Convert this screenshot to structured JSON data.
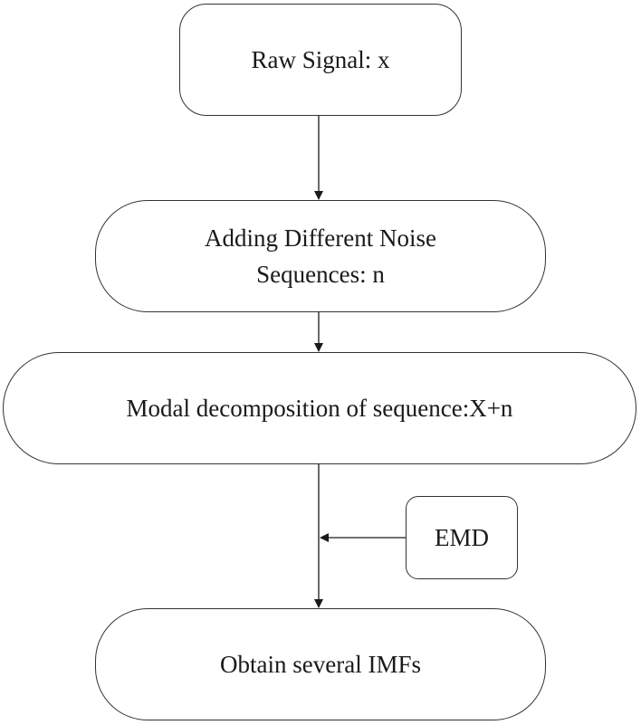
{
  "diagram": {
    "nodes": [
      {
        "id": "raw",
        "lines": [
          "Raw Signal: x"
        ]
      },
      {
        "id": "noise",
        "lines": [
          "Adding Different Noise",
          "Sequences: n"
        ]
      },
      {
        "id": "modal",
        "lines": [
          "Modal decomposition of sequence:X+n"
        ]
      },
      {
        "id": "emd",
        "lines": [
          "EMD"
        ]
      },
      {
        "id": "imfs",
        "lines": [
          "Obtain several IMFs"
        ]
      }
    ],
    "edges": [
      {
        "from": "raw",
        "to": "noise"
      },
      {
        "from": "noise",
        "to": "modal"
      },
      {
        "from": "modal",
        "to": "imfs"
      },
      {
        "from": "emd",
        "to": "modal-imfs-connector"
      }
    ],
    "colors": {
      "stroke": "#333333",
      "text": "#1a1a1a",
      "background": "#ffffff"
    }
  }
}
